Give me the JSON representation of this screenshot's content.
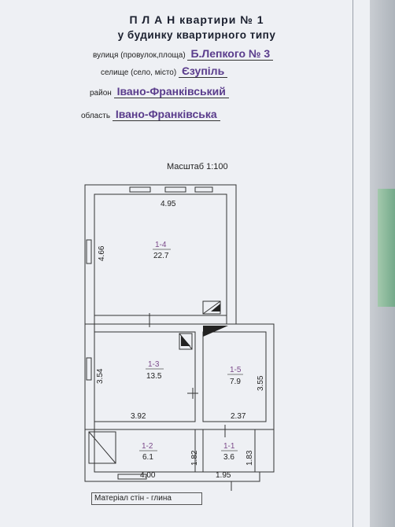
{
  "header": {
    "title_line1": "П Л А Н  квартири № 1",
    "title_line2": "у будинку квартирного типу"
  },
  "fields": {
    "street_label": "вулиця (провулок,площа)",
    "street_value": "Б.Лепкого № 3",
    "settlement_label": "селище (село, місто)",
    "settlement_value": "Єзупіль",
    "district_label": "район",
    "district_value": "Івано-Франківський",
    "region_label": "область",
    "region_value": "Івано-Франківська"
  },
  "scale": "Масштаб  1:100",
  "rooms": [
    {
      "id": "1-4",
      "area": "22.7"
    },
    {
      "id": "1-3",
      "area": "13.5"
    },
    {
      "id": "1-5",
      "area": "7.9"
    },
    {
      "id": "1-2",
      "area": "6.1"
    },
    {
      "id": "1-1",
      "area": "3.6"
    }
  ],
  "dimensions": {
    "top_width": "4.95",
    "left_height_top": "4.66",
    "left_height_mid": "3.54",
    "mid_width": "3.92",
    "right_height_mid": "3.55",
    "small_width": "2.37",
    "bottom_left_width": "4.00",
    "bottom_room_height": "1.82",
    "bottom_right_height": "1.83",
    "bottom_right_width": "1.95"
  },
  "material": "Матеріал стін - глина",
  "colors": {
    "paper": "#eef0f4",
    "ink": "#222222",
    "stamp_purple": "#5a3c8c"
  }
}
